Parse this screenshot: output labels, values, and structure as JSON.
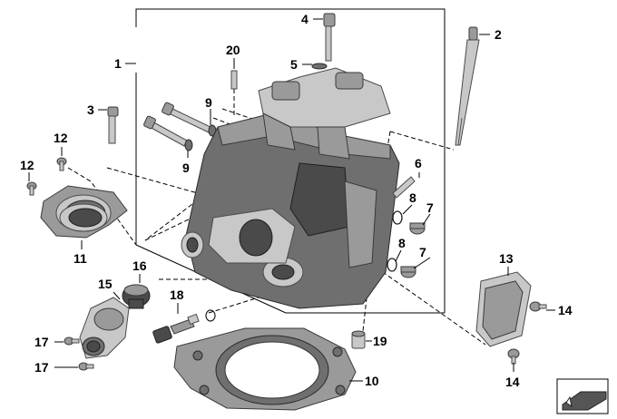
{
  "diagram": {
    "callouts": [
      {
        "id": "c1",
        "label": "1"
      },
      {
        "id": "c2",
        "label": "2"
      },
      {
        "id": "c3",
        "label": "3"
      },
      {
        "id": "c4",
        "label": "4"
      },
      {
        "id": "c5",
        "label": "5"
      },
      {
        "id": "c6",
        "label": "6"
      },
      {
        "id": "c7a",
        "label": "7"
      },
      {
        "id": "c7b",
        "label": "7"
      },
      {
        "id": "c8a",
        "label": "8"
      },
      {
        "id": "c8b",
        "label": "8"
      },
      {
        "id": "c9a",
        "label": "9"
      },
      {
        "id": "c9b",
        "label": "9"
      },
      {
        "id": "c10",
        "label": "10"
      },
      {
        "id": "c11",
        "label": "11"
      },
      {
        "id": "c12a",
        "label": "12"
      },
      {
        "id": "c12b",
        "label": "12"
      },
      {
        "id": "c13",
        "label": "13"
      },
      {
        "id": "c14a",
        "label": "14"
      },
      {
        "id": "c14b",
        "label": "14"
      },
      {
        "id": "c15",
        "label": "15"
      },
      {
        "id": "c16",
        "label": "16"
      },
      {
        "id": "c17a",
        "label": "17"
      },
      {
        "id": "c17b",
        "label": "17"
      },
      {
        "id": "c18",
        "label": "18"
      },
      {
        "id": "c19",
        "label": "19"
      },
      {
        "id": "c20",
        "label": "20"
      }
    ],
    "parts": [
      {
        "id": "p-head",
        "icon": "cylinder-head-icon"
      },
      {
        "id": "p-bolt-long",
        "icon": "long-bolt-icon"
      },
      {
        "id": "p-gasket",
        "icon": "cylinder-head-gasket-icon"
      },
      {
        "id": "p-intake",
        "icon": "intake-flange-icon"
      },
      {
        "id": "p-thermostat",
        "icon": "thermostat-housing-icon"
      },
      {
        "id": "p-cover",
        "icon": "cover-plate-icon"
      },
      {
        "id": "p-sensor",
        "icon": "temperature-sensor-icon"
      }
    ]
  }
}
